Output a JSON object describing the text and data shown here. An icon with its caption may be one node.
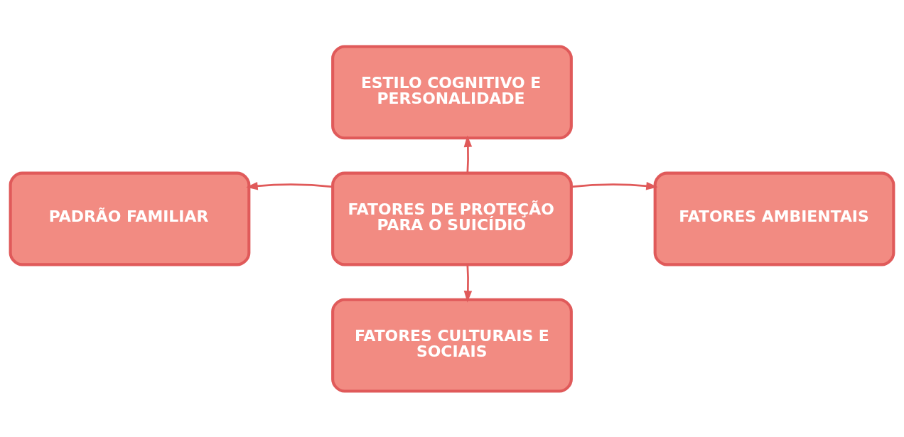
{
  "diagram": {
    "nodes": [
      {
        "text": [
          "ESTILO COGNITIVO E PERSONALIDADE"
        ]
      },
      {
        "text": [
          "PADRÃO FAMILIAR"
        ]
      },
      {
        "text": [
          "FATORES DE PROTEÇÃO PARA O SUICÍDIO"
        ]
      },
      {
        "text": [
          "FATORES AMBIENTAIS"
        ]
      },
      {
        "text": [
          "FATORES CULTURAIS E SOCIAIS"
        ]
      }
    ],
    "edges": [
      {
        "from": 2,
        "to": 0,
        "arrow": "to"
      },
      {
        "from": 2,
        "to": 1,
        "arrow": "to"
      },
      {
        "from": 2,
        "to": 3,
        "arrow": "to"
      },
      {
        "from": 2,
        "to": 4,
        "arrow": "to"
      }
    ]
  }
}
